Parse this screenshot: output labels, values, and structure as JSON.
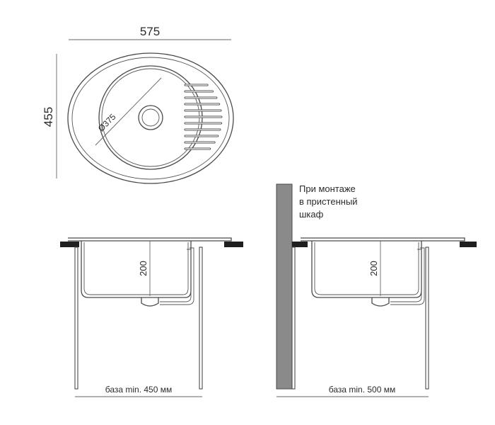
{
  "top_view": {
    "width_label": "575",
    "height_label": "455",
    "bowl_diameter_label": "Ø375"
  },
  "section_left": {
    "depth_label": "200",
    "base_label": "база min. 450 мм"
  },
  "section_right": {
    "depth_label": "200",
    "base_label": "база min. 500 мм",
    "note_lines": [
      "При монтаже",
      "в пристенный",
      "шкаф"
    ]
  },
  "colors": {
    "line": "#4a4a4a",
    "wall_fill": "#8a8a8a",
    "countertop": "#1f1f1f"
  }
}
